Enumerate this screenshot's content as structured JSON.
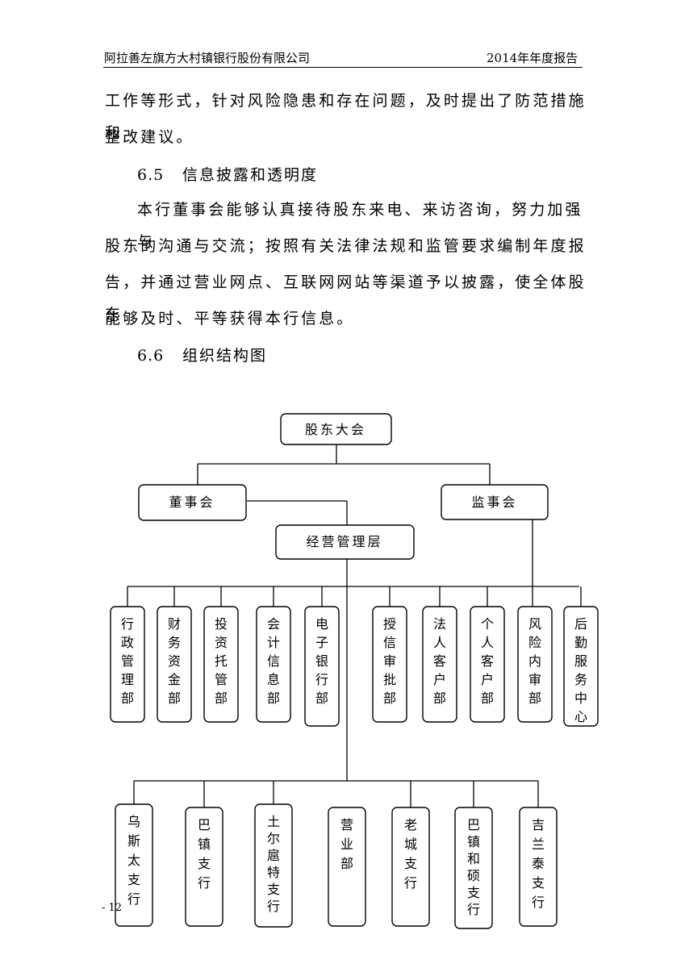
{
  "header": {
    "left": "阿拉善左旗方大村镇银行股份有限公司",
    "right": "2014年年度报告"
  },
  "body": {
    "para1_line1": "工作等形式，针对风险隐患和存在问题，及时提出了防范措施和",
    "para1_line2": "整改建议。",
    "sec65_num": "6.5",
    "sec65_title": "信息披露和透明度",
    "para2_line1": "本行董事会能够认真接待股东来电、来访咨询，努力加强与",
    "para2_line2": "股东的沟通与交流；按照有关法律法规和监管要求编制年度报",
    "para2_line3": "告，并通过营业网点、互联网网站等渠道予以披露，使全体股东",
    "para2_line4": "能够及时、平等获得本行信息。",
    "sec66_num": "6.6",
    "sec66_title": "组织结构图"
  },
  "org": {
    "top": "股东大会",
    "board": "董事会",
    "supervisors": "监事会",
    "management": "经营管理层",
    "departments": [
      "行政管理部",
      "财务资金部",
      "投资托管部",
      "会计信息部",
      "电子银行部",
      "授信审批部",
      "法人客户部",
      "个人客户部",
      "风险内审部",
      "后勤服务中心"
    ],
    "branches": [
      "乌斯太支行",
      "巴镇支行",
      "土尔扈特支行",
      "营业部",
      "老城支行",
      "巴镇和硕支行",
      "吉兰泰支行"
    ]
  },
  "footer": {
    "page": "- 12"
  }
}
